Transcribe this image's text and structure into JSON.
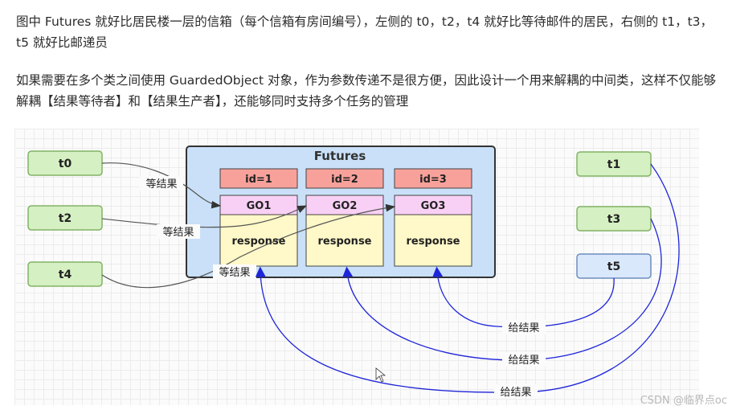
{
  "text": {
    "paragraph1": "图中 Futures 就好比居民楼一层的信箱（每个信箱有房间编号），左侧的 t0，t2，t4 就好比等待邮件的居民，右侧的 t1，t3，t5 就好比邮递员",
    "paragraph2": "如果需要在多个类之间使用 GuardedObject 对象，作为参数传递不是很方便，因此设计一个用来解耦的中间类，这样不仅能够解耦【结果等待者】和【结果生产者】，还能够同时支持多个任务的管理"
  },
  "diagram": {
    "container_title": "Futures",
    "waiters": [
      "t0",
      "t2",
      "t4"
    ],
    "producers": [
      "t1",
      "t3",
      "t5"
    ],
    "ids": [
      "id=1",
      "id=2",
      "id=3"
    ],
    "guarded_objects": [
      "GO1",
      "GO2",
      "GO3"
    ],
    "response_label": "response",
    "wait_label": "等结果",
    "give_label": "给结果",
    "colors": {
      "thread_box": "#d5f0c2",
      "thread_border": "#82b366",
      "producer_t5_box": "#dae8fc",
      "producer_t5_border": "#6c8ebf",
      "futures_bg": "#c9e0f8",
      "id_box": "#f8a19b",
      "go_box": "#f9d0f5",
      "response_box": "#fff8c8",
      "wait_arrow": "#555555",
      "give_arrow": "#1e25d9"
    }
  },
  "watermark": "CSDN @临界点oc"
}
